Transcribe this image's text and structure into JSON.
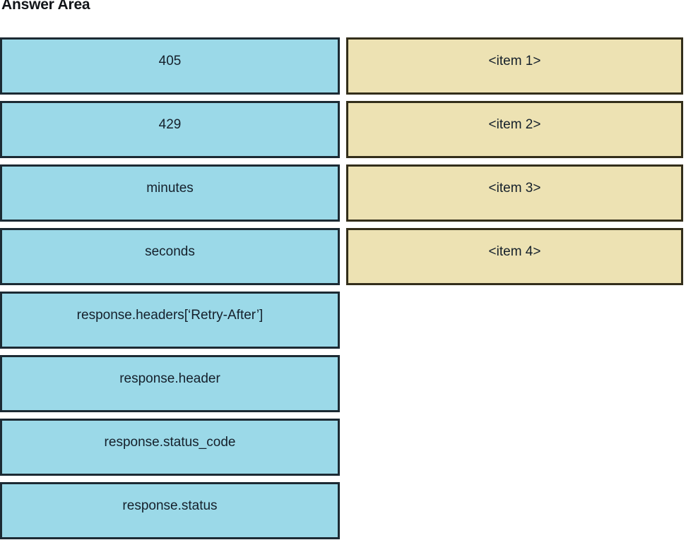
{
  "page": {
    "title": "Answer Area"
  },
  "colors": {
    "source_fill": "#9BD9E8",
    "source_border": "#1C2A33",
    "target_fill": "#EDE2B3",
    "target_border": "#332E1A",
    "background": "#FFFFFF",
    "text": "#15202B"
  },
  "source_column": {
    "name": "draggable-options",
    "tiles": [
      {
        "label": "405"
      },
      {
        "label": "429"
      },
      {
        "label": "minutes"
      },
      {
        "label": "seconds"
      },
      {
        "label": "response.headers[‘Retry-After’]"
      },
      {
        "label": "response.header"
      },
      {
        "label": "response.status_code"
      },
      {
        "label": "response.status"
      }
    ]
  },
  "target_column": {
    "name": "drop-targets",
    "tiles": [
      {
        "label": "<item 1>"
      },
      {
        "label": "<item 2>"
      },
      {
        "label": "<item 3>"
      },
      {
        "label": "<item 4>"
      }
    ]
  }
}
